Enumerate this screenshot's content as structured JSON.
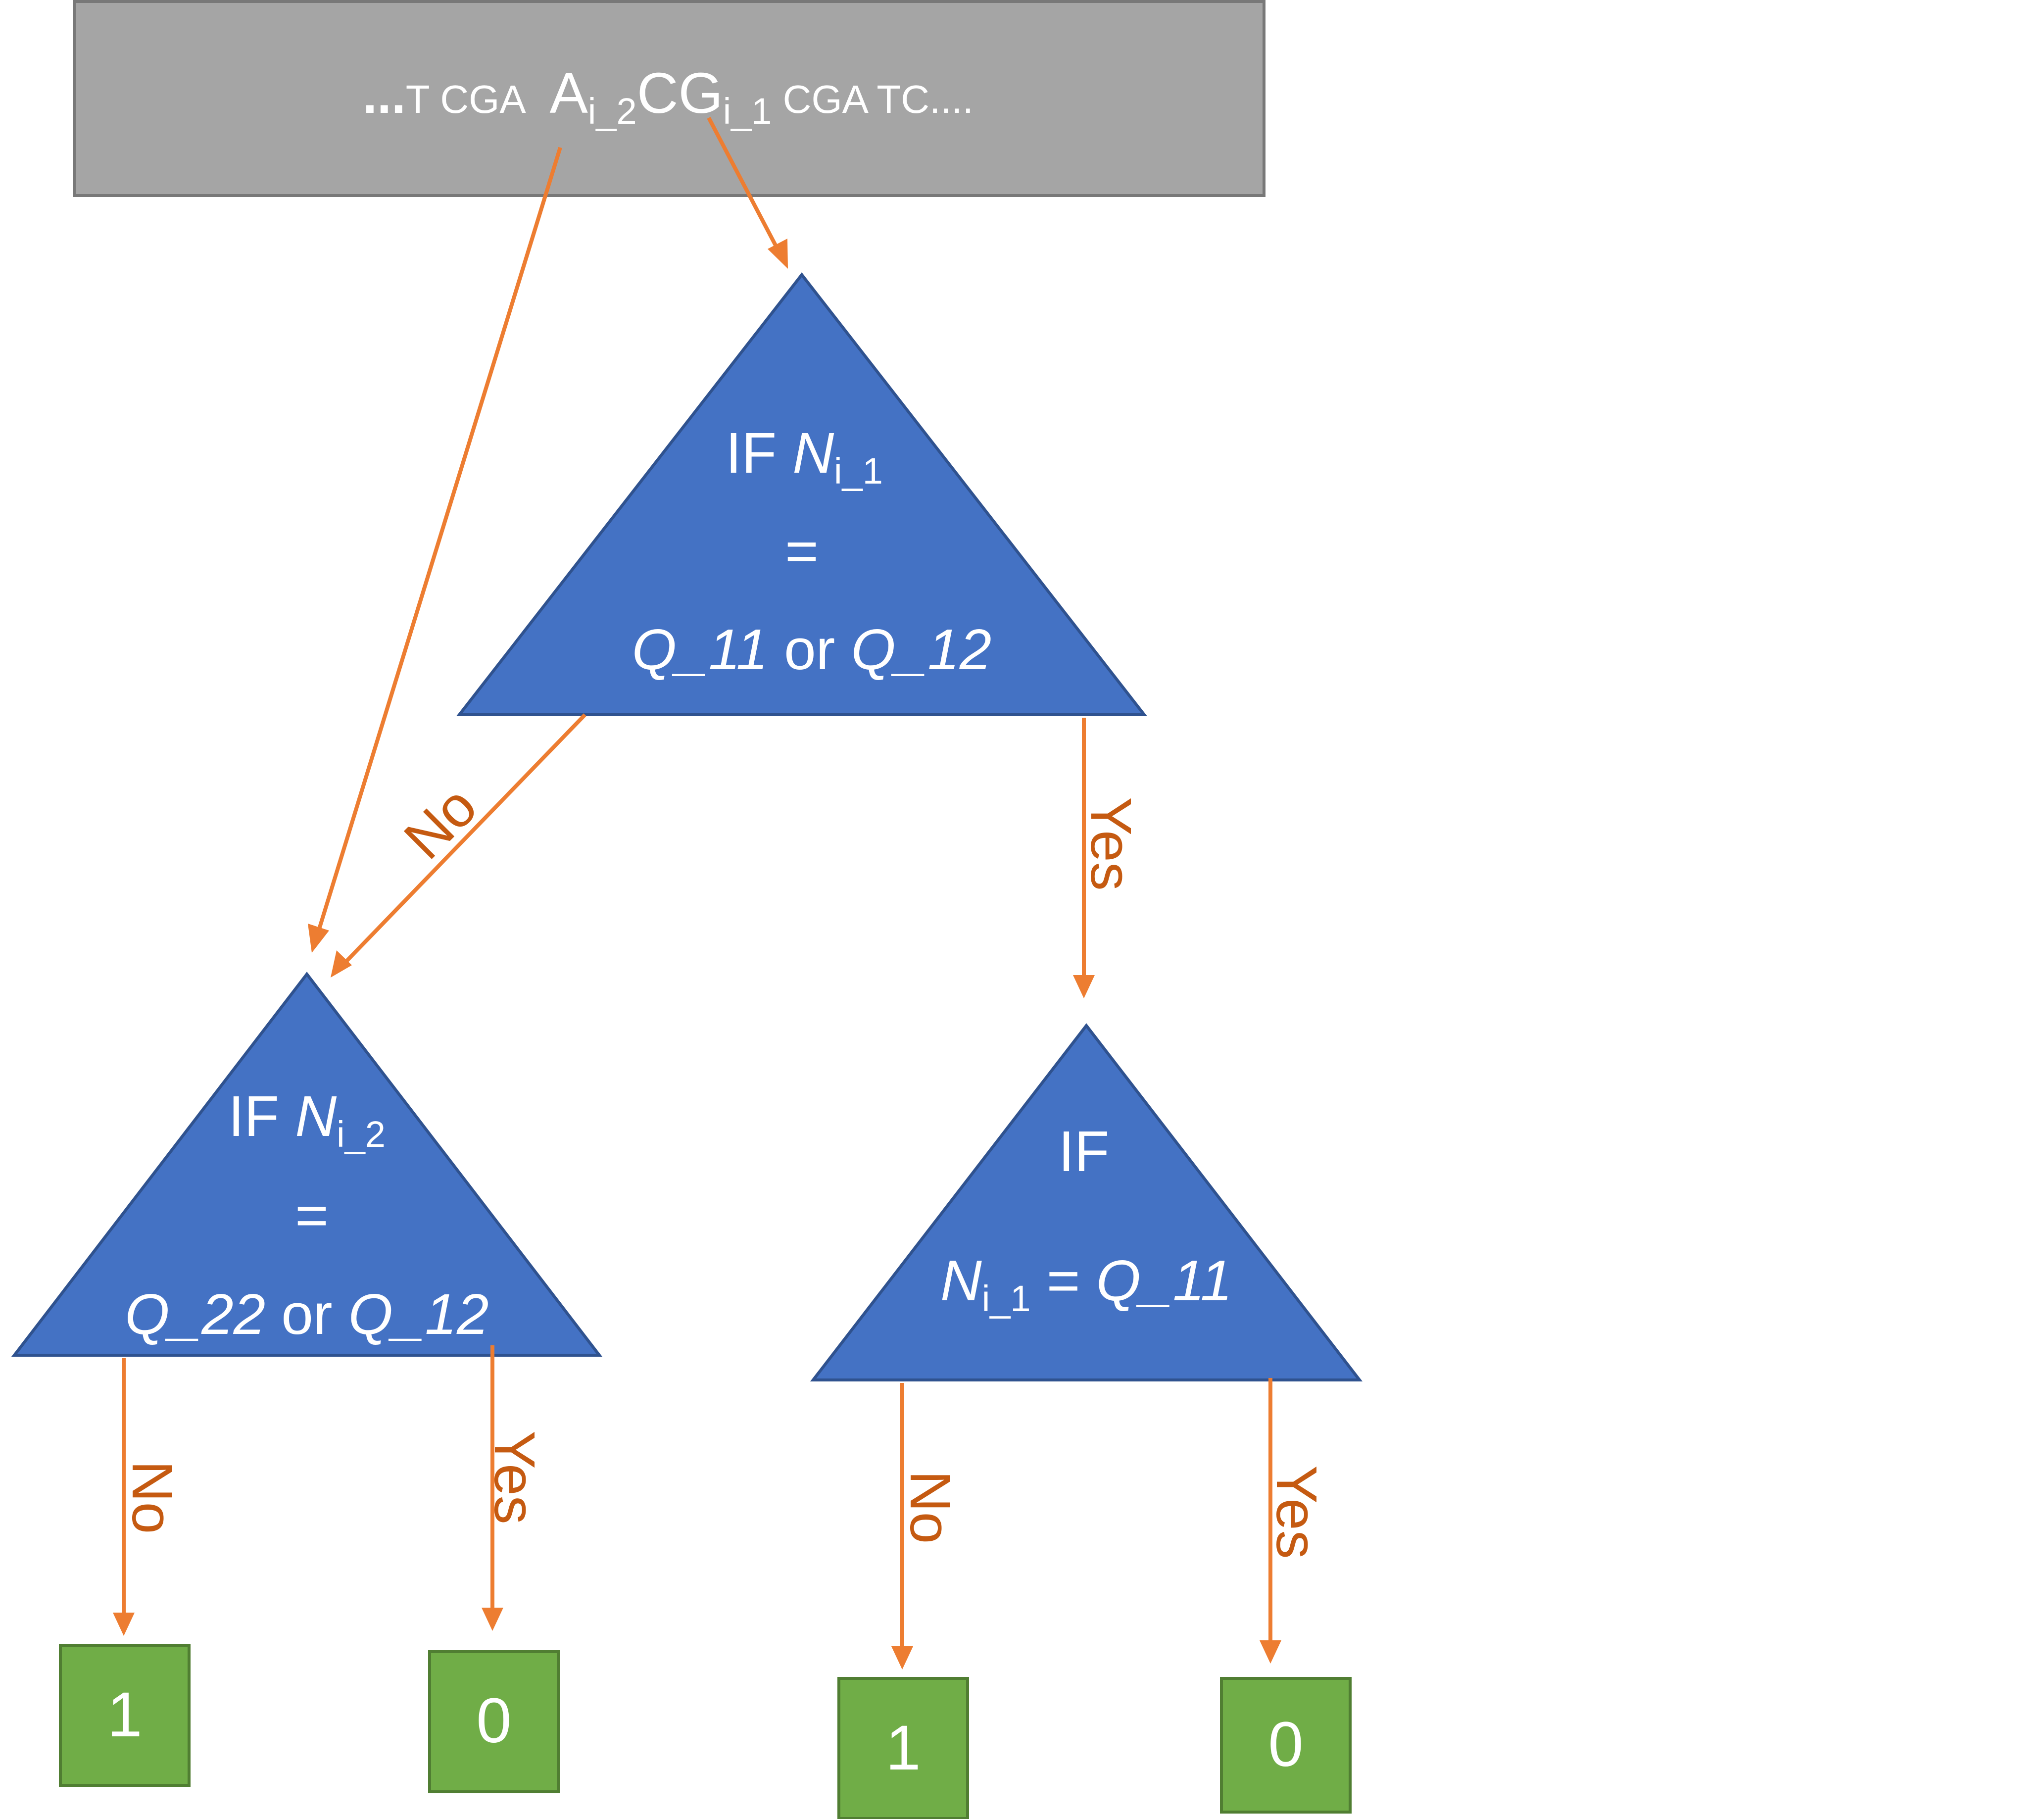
{
  "sequence": {
    "prefix_dots": "...",
    "left_flank": "T CGA ",
    "base_a": "A",
    "sub_a": "i_2",
    "base_cg": "CG",
    "sub_g": "i_1",
    "right_flank": " CGA TC...."
  },
  "root_node": {
    "line1_prefix": "IF ",
    "line1_var": "N",
    "line1_sub": "i_1",
    "line2": "=",
    "line3_a": "Q_11",
    "line3_or": " or ",
    "line3_b": "Q_12"
  },
  "left_node": {
    "line1_prefix": "IF ",
    "line1_var": "N",
    "line1_sub": "i_2",
    "line2": "=",
    "line3_a": "Q_22",
    "line3_or": " or ",
    "line3_b": "Q_12"
  },
  "right_node": {
    "line1": "IF",
    "line2_var": "N",
    "line2_sub": "i_1",
    "line2_eq": " = ",
    "line2_val": "Q_11"
  },
  "edge_labels": {
    "root_no": "No",
    "root_yes": "Yes",
    "left_no": "No",
    "left_yes": "Yes",
    "right_no": "No",
    "right_yes": "Yes"
  },
  "leaves": {
    "left_no": "1",
    "left_yes": "0",
    "right_no": "1",
    "right_yes": "0"
  },
  "colors": {
    "sequence_box": "#a5a5a5",
    "node_fill": "#4472c4",
    "leaf_fill": "#70ad47",
    "arrow": "#ed7d31",
    "edge_label": "#c55a11"
  }
}
